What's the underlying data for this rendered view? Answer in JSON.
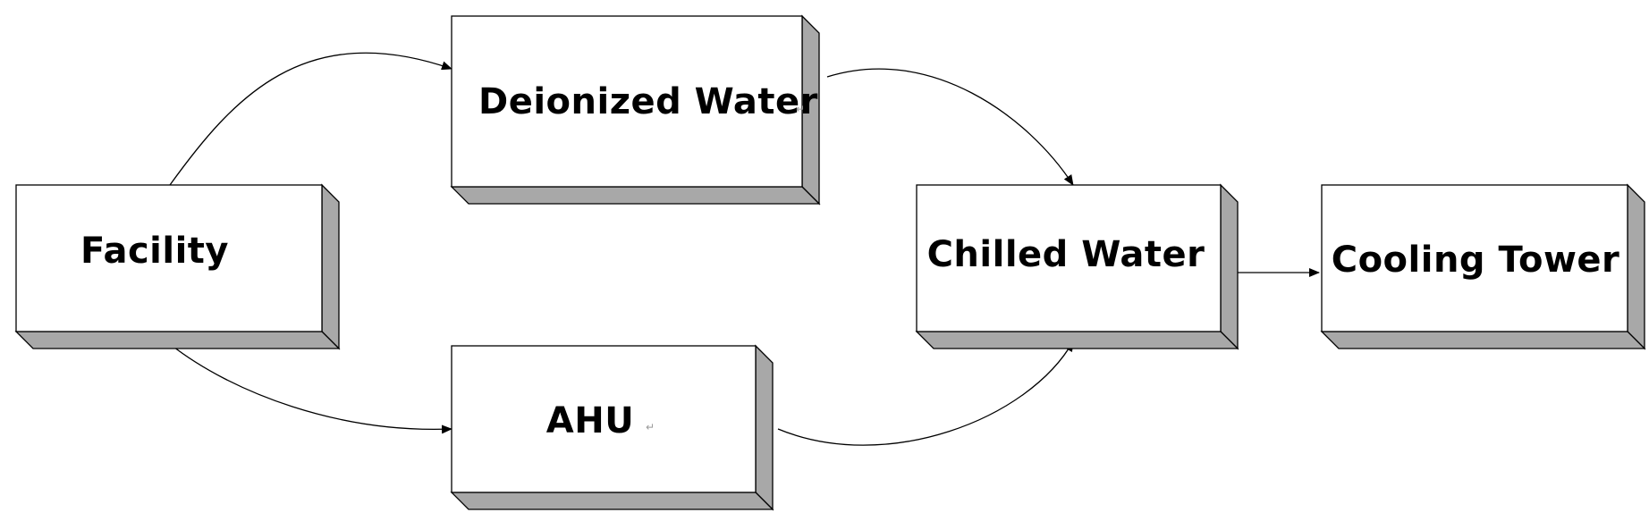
{
  "diagram": {
    "colors": {
      "face": "#ffffff",
      "side": "#a8a8a8",
      "outline": "#000000",
      "text": "#000000",
      "format_mark": "#999999"
    },
    "nodes": {
      "deionized_water": {
        "label": "Deionized Water"
      },
      "facility": {
        "label": "Facility"
      },
      "chilled_water": {
        "label": "Chilled Water"
      },
      "cooling_tower": {
        "label": "Cooling Tower"
      },
      "ahu": {
        "label": "AHU"
      }
    },
    "connections": [
      {
        "from": "Facility",
        "to": "Deionized Water"
      },
      {
        "from": "Facility",
        "to": "AHU"
      },
      {
        "from": "Deionized Water",
        "to": "Chilled Water"
      },
      {
        "from": "AHU",
        "to": "Chilled Water"
      },
      {
        "from": "Chilled Water",
        "to": "Cooling Tower"
      }
    ]
  }
}
